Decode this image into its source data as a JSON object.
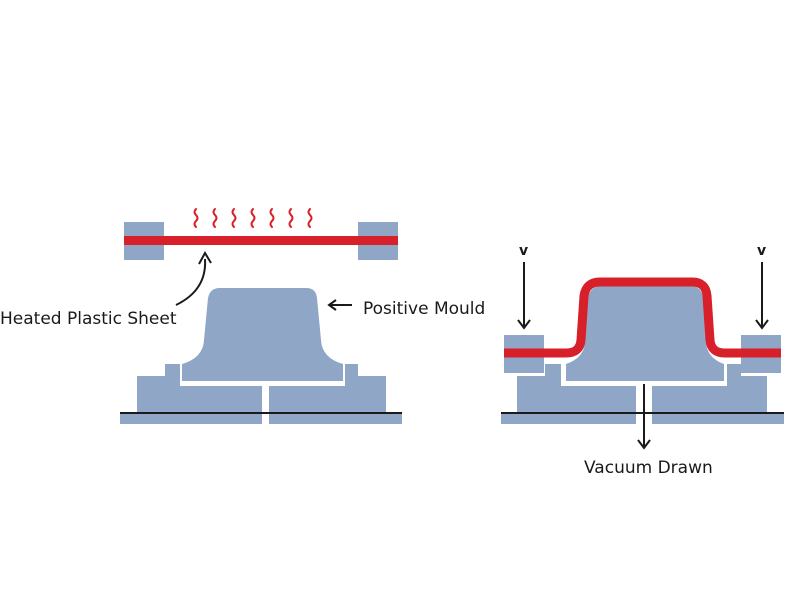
{
  "labels": {
    "heated_sheet": "Heated Plastic Sheet",
    "positive_mould": "Positive Mould",
    "vacuum_drawn": "Vacuum Drawn",
    "v_left": "v",
    "v_right": "v"
  },
  "colors": {
    "mould": "#8fa6c6",
    "sheet": "#d8202a",
    "ink": "#1a1a1a",
    "background": "#ffffff"
  }
}
